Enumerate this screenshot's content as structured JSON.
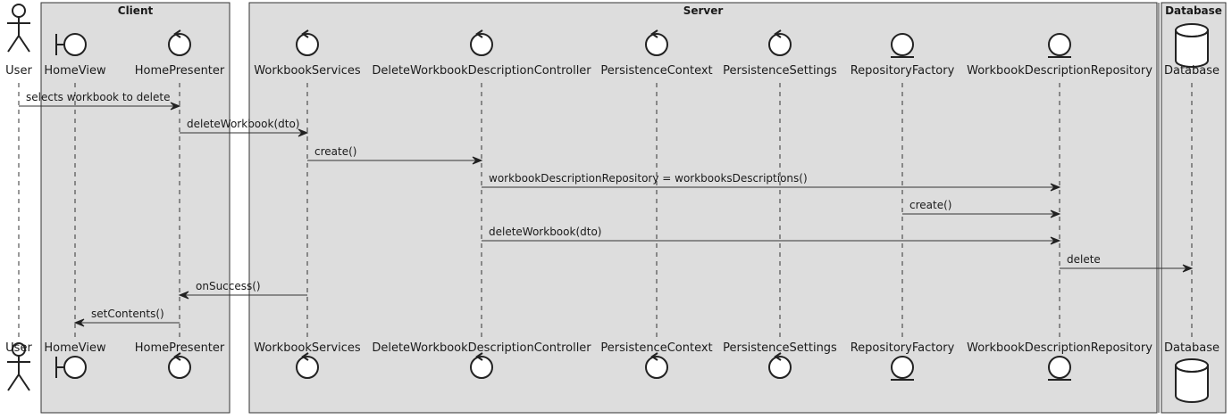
{
  "colors": {
    "box_fill": "#dddddd",
    "box_stroke": "#333333",
    "ink": "#222222",
    "icon_fill": "#ffffff"
  },
  "boxes": [
    {
      "id": "client",
      "title": "Client"
    },
    {
      "id": "server",
      "title": "Server"
    },
    {
      "id": "database",
      "title": "Database"
    }
  ],
  "participants": [
    {
      "id": "user",
      "label": "User",
      "kind": "actor"
    },
    {
      "id": "homeview",
      "label": "HomeView",
      "kind": "boundary"
    },
    {
      "id": "homepresenter",
      "label": "HomePresenter",
      "kind": "control"
    },
    {
      "id": "workbookservices",
      "label": "WorkbookServices",
      "kind": "control"
    },
    {
      "id": "deletecontroller",
      "label": "DeleteWorkbookDescriptionController",
      "kind": "control"
    },
    {
      "id": "persistencecontext",
      "label": "PersistenceContext",
      "kind": "control"
    },
    {
      "id": "persistencesettings",
      "label": "PersistenceSettings",
      "kind": "control"
    },
    {
      "id": "repositoryfactory",
      "label": "RepositoryFactory",
      "kind": "entity"
    },
    {
      "id": "repository",
      "label": "WorkbookDescriptionRepository",
      "kind": "entity"
    },
    {
      "id": "database",
      "label": "Database",
      "kind": "database"
    }
  ],
  "messages": [
    {
      "from": "user",
      "to": "homepresenter",
      "label": "selects workbook to delete"
    },
    {
      "from": "homepresenter",
      "to": "workbookservices",
      "label": "deleteWorkbook(dto)"
    },
    {
      "from": "workbookservices",
      "to": "deletecontroller",
      "label": "create()"
    },
    {
      "from": "deletecontroller",
      "to": "repository",
      "label": "workbookDescriptionRepository = workbooksDescriptions()"
    },
    {
      "from": "repositoryfactory",
      "to": "repository",
      "label": "create()"
    },
    {
      "from": "deletecontroller",
      "to": "repository",
      "label": "deleteWorkbook(dto)"
    },
    {
      "from": "repository",
      "to": "database",
      "label": "delete"
    },
    {
      "from": "workbookservices",
      "to": "homepresenter",
      "label": "onSuccess()"
    },
    {
      "from": "homepresenter",
      "to": "homeview",
      "label": "setContents()"
    }
  ]
}
